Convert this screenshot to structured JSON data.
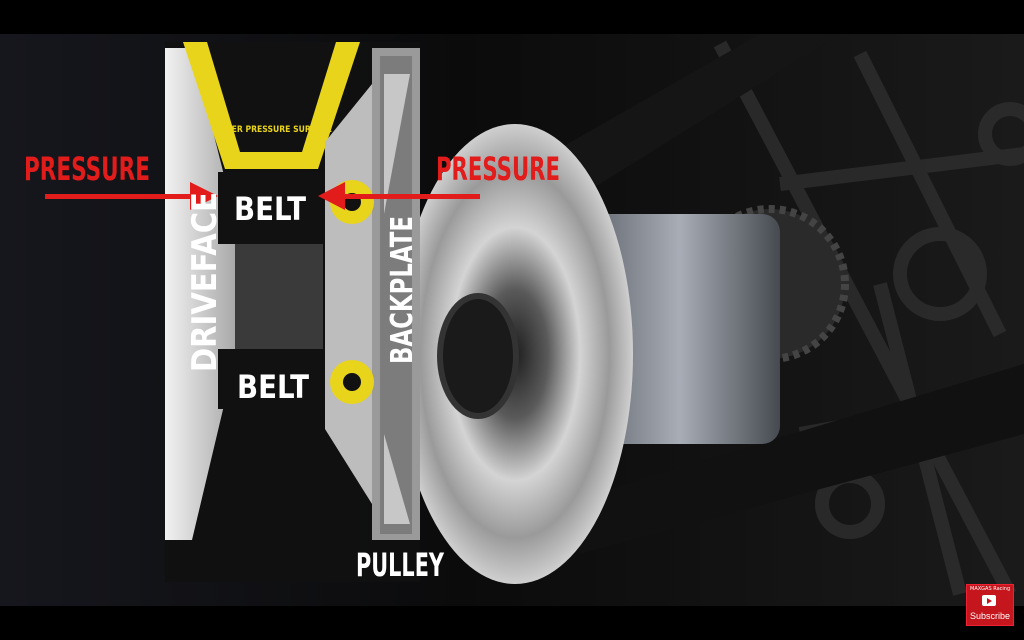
{
  "labels": {
    "pressure_left": "PRESSURE",
    "pressure_right": "PRESSURE",
    "belt_top": "BELT",
    "belt_bottom": "BELT",
    "driveface": "DRIVEFACE",
    "backplate": "BACKPLATE",
    "pulley": "PULLEY",
    "lower_pressure_surface": "LOWER PRESSURE SURFACE"
  },
  "subscribe": {
    "channel": "MAXGAS Racing",
    "label": "Subscribe"
  },
  "colors": {
    "arrow_red": "#e21b1b",
    "belt_yellow": "#e9d41c",
    "panel_light": "#d9d9d9",
    "panel_mid": "#8d8d8d",
    "panel_dark": "#3a3a3a"
  }
}
